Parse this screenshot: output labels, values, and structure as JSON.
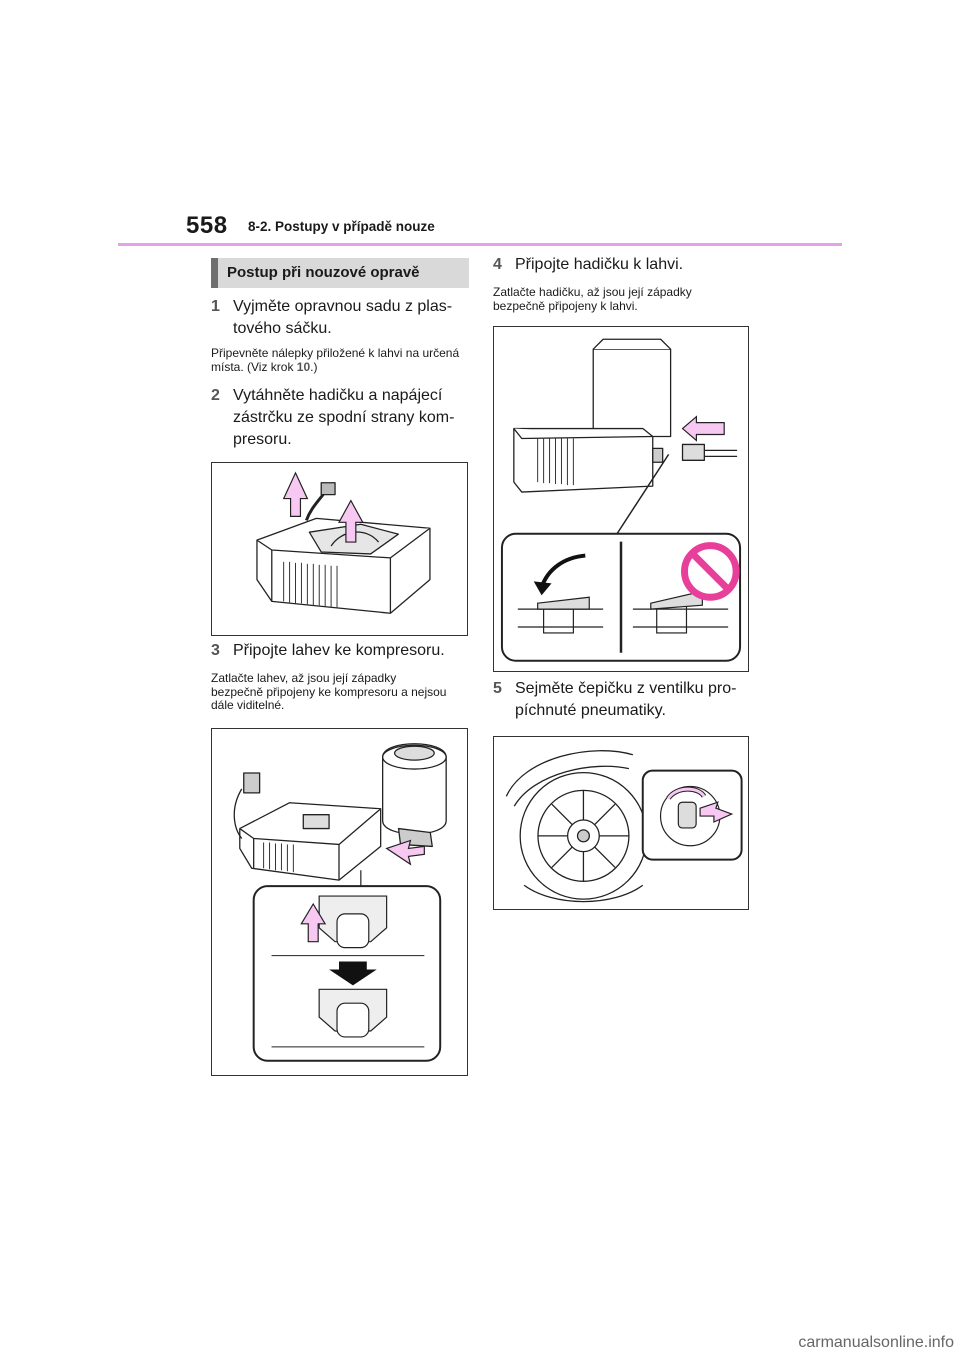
{
  "header": {
    "page_number": "558",
    "section_title": "8-2. Postupy v případě nouze"
  },
  "section_heading": "Postup při nouzové opravě",
  "steps": [
    {
      "number": "1",
      "text": "Vyjměte opravnou sadu z plas-tového sáčku."
    },
    {
      "number": "2",
      "text": "Vytáhněte hadičku a napájecí zástrčku ze spodní strany kom-presoru."
    },
    {
      "number": "3",
      "text": "Připojte lahev ke kompresoru."
    },
    {
      "number": "4",
      "text": "Připojte hadičku k lahvi."
    },
    {
      "number": "5",
      "text": "Sejměte čepičku z ventilku pro-píchnuté pneumatiky."
    }
  ],
  "notes": {
    "step1_text": "Připevněte nálepky přiložené k lahvi na určená místa. (Viz krok ",
    "step1_ref": "10",
    "step1_end": ".)",
    "step3": "Zatlačte lahev, až jsou její západky bezpečně připojeny ke kompresoru a nejsou dále viditelné.",
    "step4": "Zatlačte hadičku, až jsou její západky bezpečně připojeny k lahvi."
  },
  "colors": {
    "accent_rule": "#e6a2e6",
    "arrow_pink": "#f6c8f2",
    "prohibit": "#e8409a",
    "heading_bg": "#d9d9d9",
    "heading_bar": "#6e6e6e"
  },
  "watermark": "carmanualsonline.info"
}
